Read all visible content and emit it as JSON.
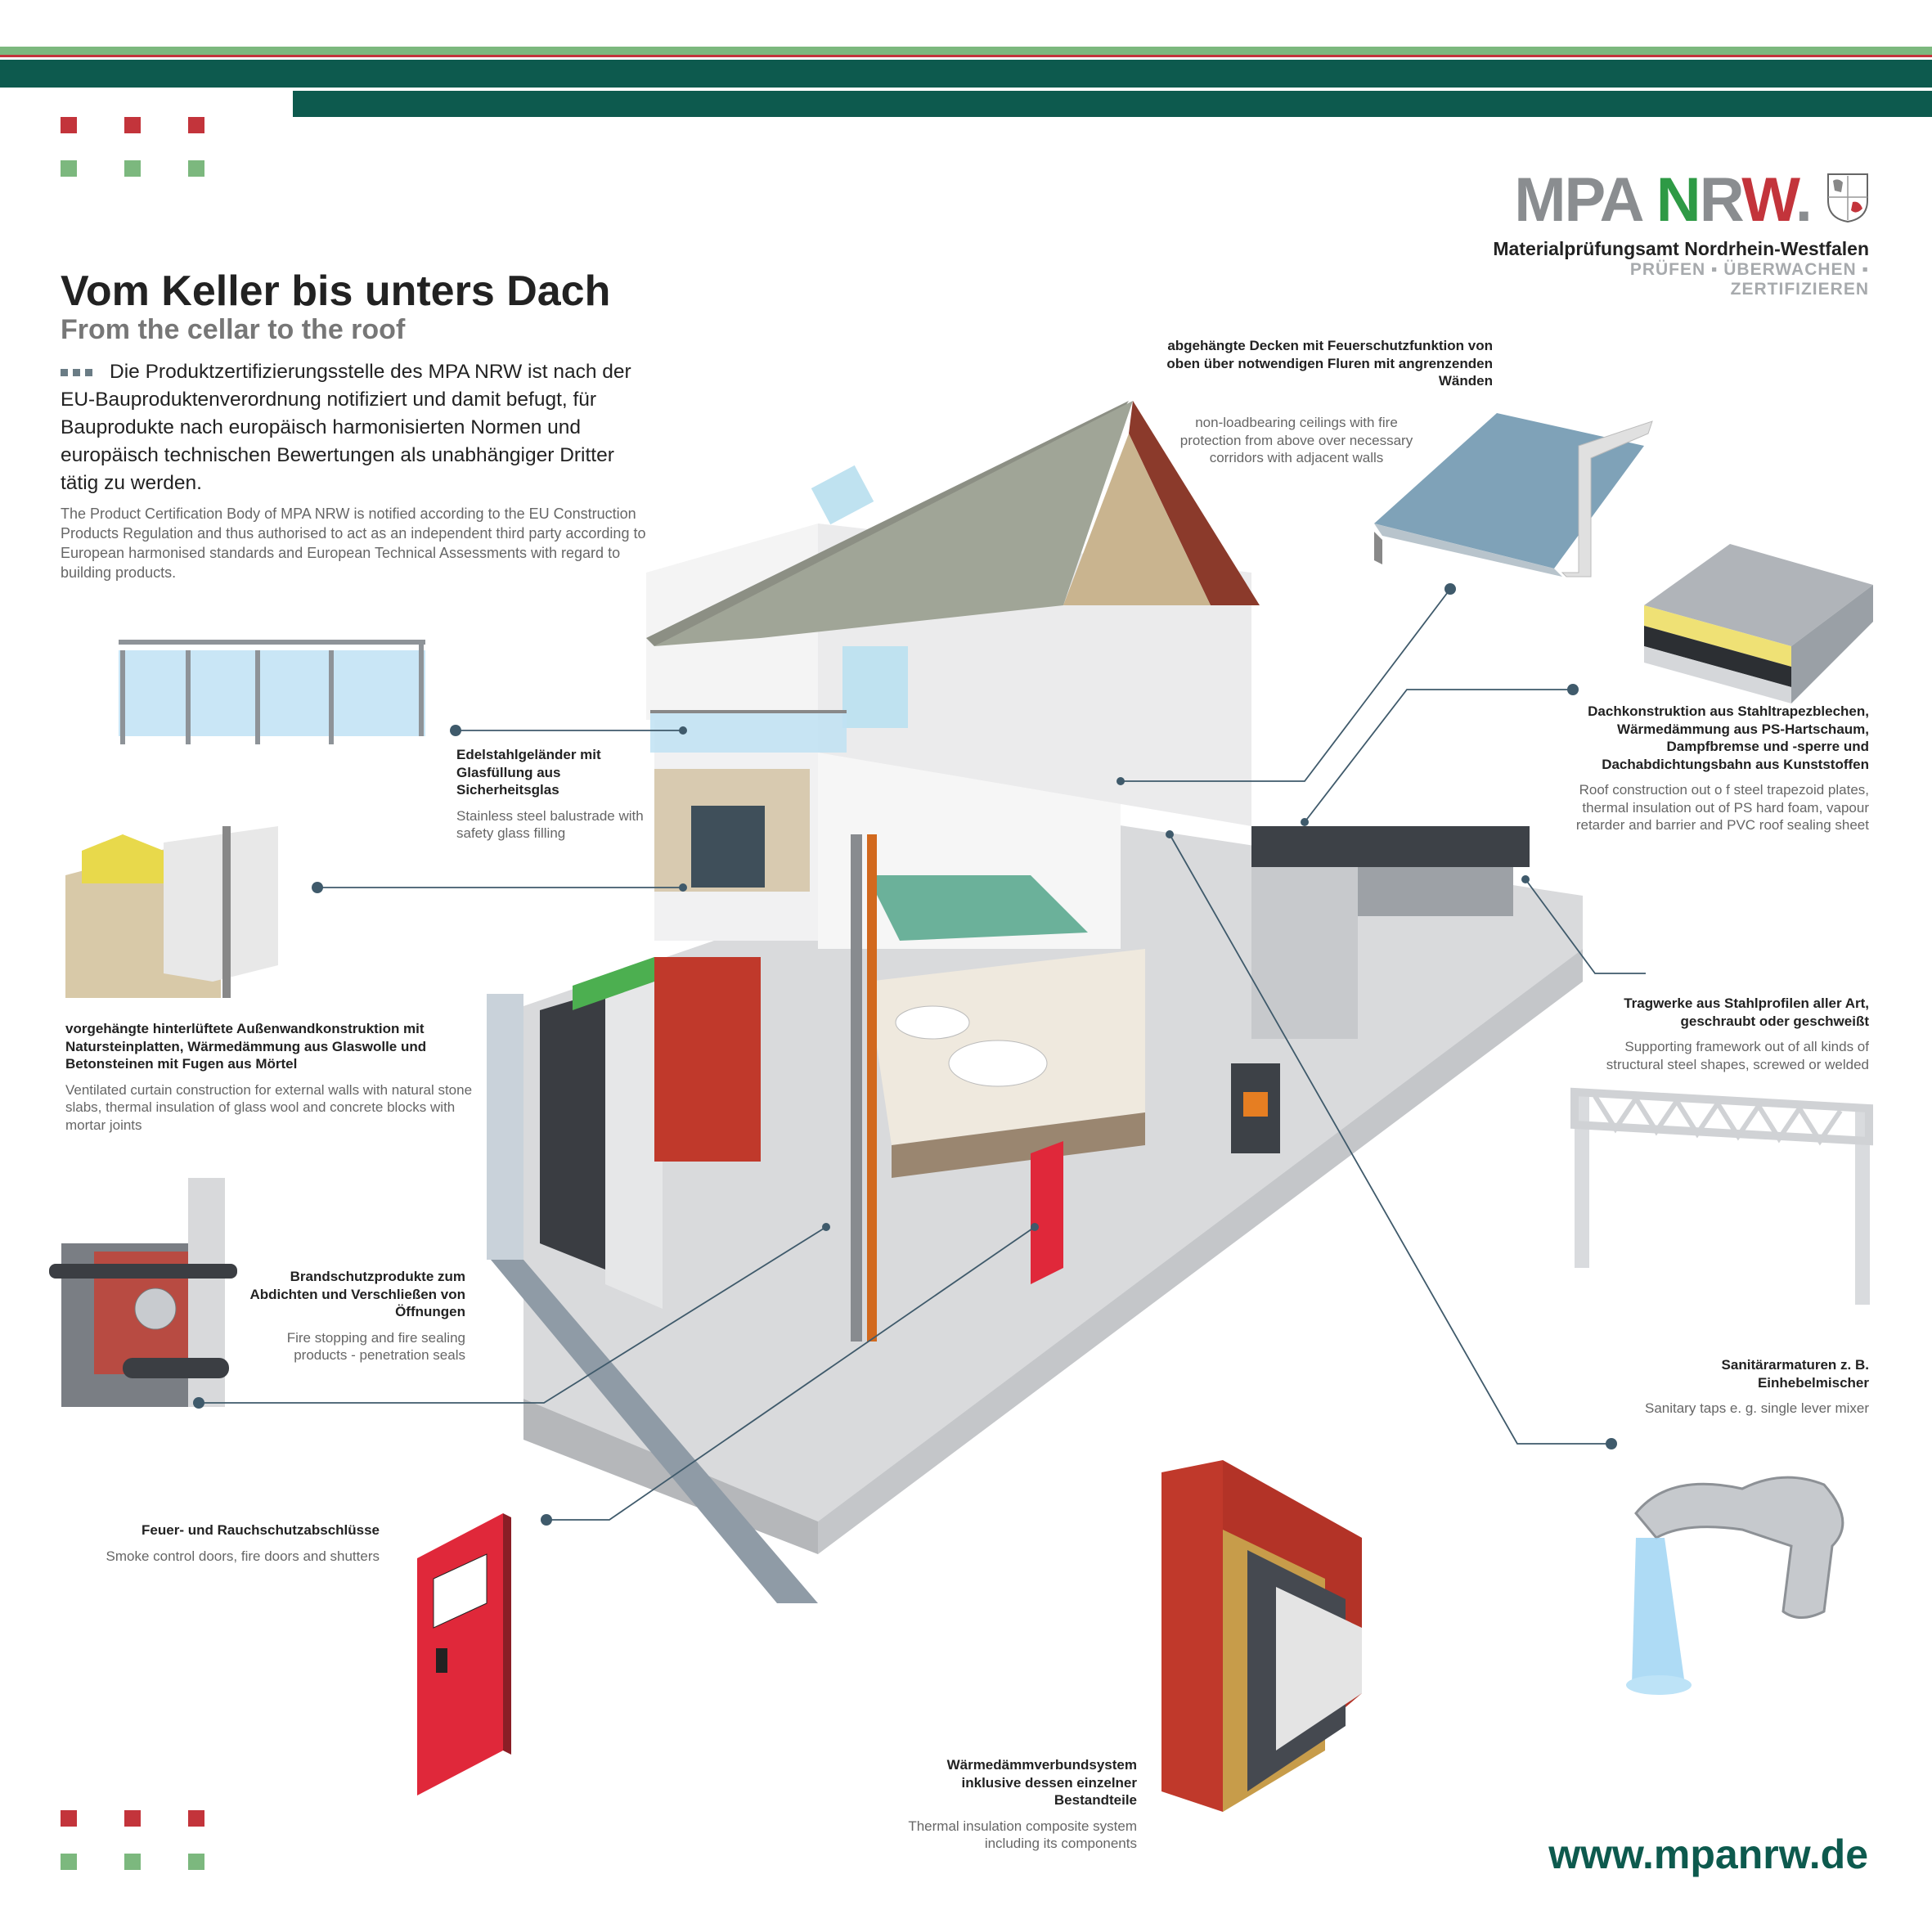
{
  "header": {
    "title_de": "Vom Keller bis unters Dach",
    "title_en": "From the cellar to the roof",
    "intro_de": "Die Produktzertifizierungsstelle des MPA NRW ist nach der EU-Bauproduktenverordnung notifiziert und damit befugt, für Bauprodukte nach europäisch harmonisierten Normen und europäisch technischen Bewertungen als unabhängiger Dritter tätig zu werden.",
    "intro_en": "The Product Certification Body of MPA NRW is notified according to the EU Construction Products Regulation and thus authorised to act as an independent third party according to European harmonised standards and European Technical Assessments with regard to building products."
  },
  "logo": {
    "mpa": "MPA ",
    "n": "N",
    "r": "R",
    "w": "W",
    "dot": ".",
    "subtitle": "Materialprüfungsamt Nordrhein-Westfalen",
    "tagline": "PRÜFEN ▪ ÜBERWACHEN ▪ ZERTIFIZIEREN"
  },
  "labels": {
    "ceilings": {
      "de": "abgehängte Decken mit Feuerschutzfunktion von oben über notwendigen Fluren mit angrenzenden Wänden",
      "en": "non-loadbearing ceilings with fire protection from above over necessary corridors with adjacent walls"
    },
    "roof": {
      "de": "Dachkonstruktion aus Stahltrapezblechen, Wärmedämmung aus PS-Hartschaum, Dampfbremse und -sperre und Dachabdichtungsbahn aus Kunststoffen",
      "en": "Roof construction out o  f steel trapezoid plates, thermal insulation out of PS hard foam, vapour retarder and barrier and PVC roof sealing sheet"
    },
    "balustrade": {
      "de": "Edelstahlgeländer mit Glasfüllung aus Sicherheitsglas",
      "en": "Stainless steel balustrade with safety glass filling"
    },
    "facade": {
      "de": "vorgehängte hinterlüftete Außenwandkonstruktion mit Natursteinplatten, Wärmedämmung aus Glaswolle und Betonsteinen mit Fugen aus Mörtel",
      "en": "Ventilated curtain construction for external walls with natural stone slabs, thermal insulation of glass wool and concrete blocks with mortar joints"
    },
    "steel": {
      "de": "Tragwerke aus Stahlprofilen aller Art, geschraubt oder geschweißt",
      "en": "Supporting framework out of all kinds of structural steel shapes, screwed or welded"
    },
    "firestop": {
      "de": "Brandschutzprodukte zum Abdichten und Verschließen von Öffnungen",
      "en": "Fire stopping and fire sealing products - penetration seals"
    },
    "sanitary": {
      "de": "Sanitärarmaturen z. B. Einhebelmischer",
      "en": "Sanitary taps e. g. single lever mixer"
    },
    "doors": {
      "de": "Feuer- und Rauchschutzabschlüsse",
      "en": "Smoke control doors, fire doors and shutters"
    },
    "etics": {
      "de": "Wärmedämmverbundsystem inklusive dessen einzelner Bestandteile",
      "en": "Thermal insulation composite system including its components"
    }
  },
  "footer": {
    "url": "www.mpanrw.de"
  },
  "colors": {
    "teal": "#0d5a4e",
    "green": "#7cb87e",
    "red": "#c3343b",
    "grey": "#8a8d90"
  }
}
